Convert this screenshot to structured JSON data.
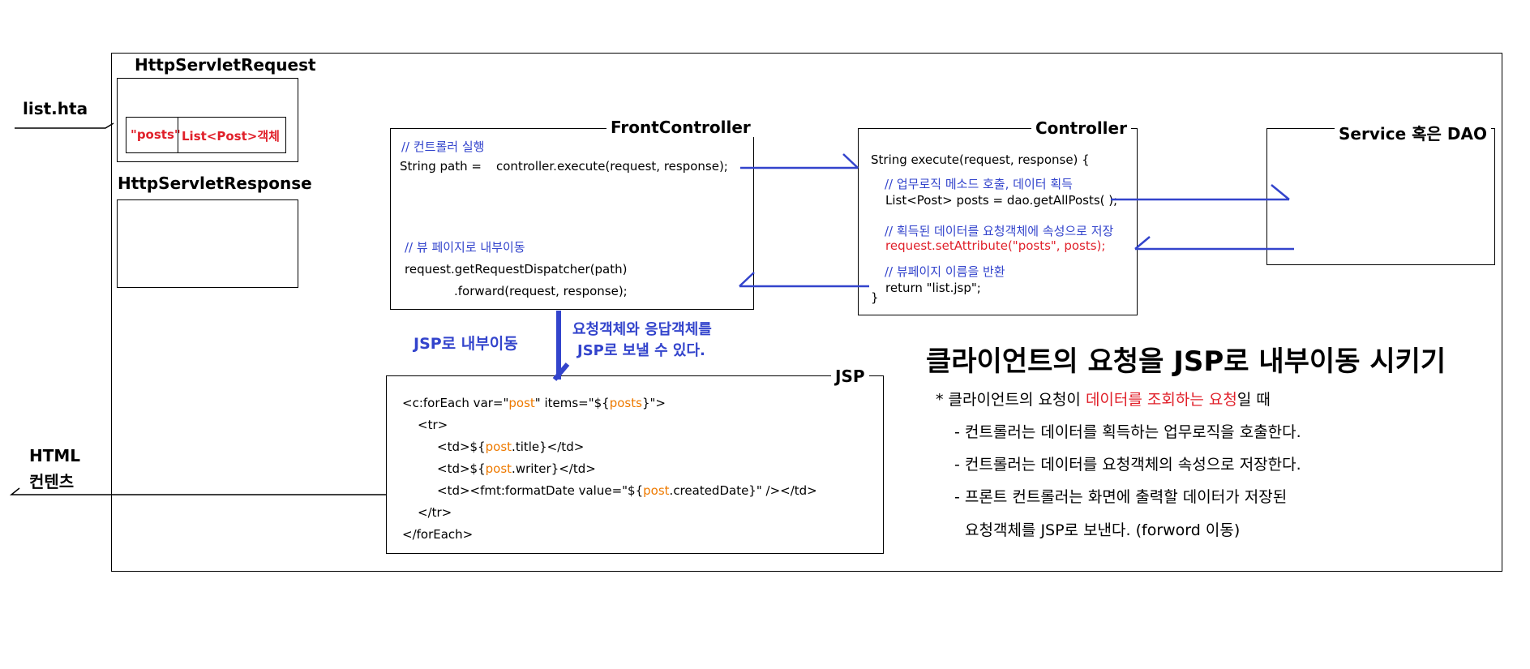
{
  "input_label": "list.hta",
  "output_label_line1": "HTML",
  "output_label_line2": "컨텐츠",
  "request_box": {
    "title": "HttpServletRequest",
    "key": "\"posts\"",
    "value": "List<Post>객체"
  },
  "response_box": {
    "title": "HttpServletResponse"
  },
  "front_controller": {
    "title": "FrontController",
    "comment1": "// 컨트롤러 실행",
    "line1a": "String path =",
    "line1b": "controller.execute(request, response);",
    "comment2": "// 뷰 페이지로 내부이동",
    "line2": "request.getRequestDispatcher(path)",
    "line3": ".forward(request, response);"
  },
  "controller": {
    "title": "Controller",
    "signature": "String execute(request, response) {",
    "comment1": "// 업무로직 메소드 호출, 데이터 획득",
    "line1": "List<Post> posts = dao.getAllPosts( );",
    "comment2": "// 획득된 데이터를 요청객체에 속성으로 저장",
    "line2": "request.setAttribute(\"posts\", posts);",
    "comment3": "// 뷰페이지 이름을 반환",
    "line3": "return \"list.jsp\";",
    "closing": "}"
  },
  "service": {
    "title": "Service 혹은 DAO"
  },
  "jsp_box": {
    "title": "JSP",
    "l1_a": "<c:forEach var=\"",
    "l1_var": "post",
    "l1_b": "\" items=\"${",
    "l1_items": "posts",
    "l1_c": "}\">",
    "l2": "<tr>",
    "l3_a": "<td>${",
    "l3_var": "post",
    "l3_b": ".title}</td>",
    "l4_a": "<td>${",
    "l4_var": "post",
    "l4_b": ".writer}</td>",
    "l5_a": "<td><fmt:formatDate value=\"${",
    "l5_var": "post",
    "l5_b": ".createdDate}\" /></td>",
    "l6": "</tr>",
    "l7": "</forEach>"
  },
  "flow_labels": {
    "jsp_move": "JSP로 내부이동",
    "req_resp_line1": "요청객체와 응답객체를",
    "req_resp_line2": "JSP로 보낼 수 있다."
  },
  "explanation": {
    "heading": "클라이언트의 요청을 JSP로 내부이동 시키기",
    "bullet_a": "* 클라이언트의 요청이 ",
    "bullet_red": "데이터를 조회하는 요청",
    "bullet_b": "일 때",
    "item1": "- 컨트롤러는 데이터를 획득하는 업무로직을 호출한다.",
    "item2": "- 컨트롤러는 데이터를 요청객체의 속성으로 저장한다.",
    "item3": "- 프론트 컨트롤러는 화면에 출력할 데이터가 저장된",
    "item3_cont": "요청객체를 JSP로 보낸다. (forword 이동)"
  },
  "colors": {
    "arrow": "#3344cc",
    "highlight_red": "#e0202a",
    "highlight_orange": "#ee7a00"
  }
}
